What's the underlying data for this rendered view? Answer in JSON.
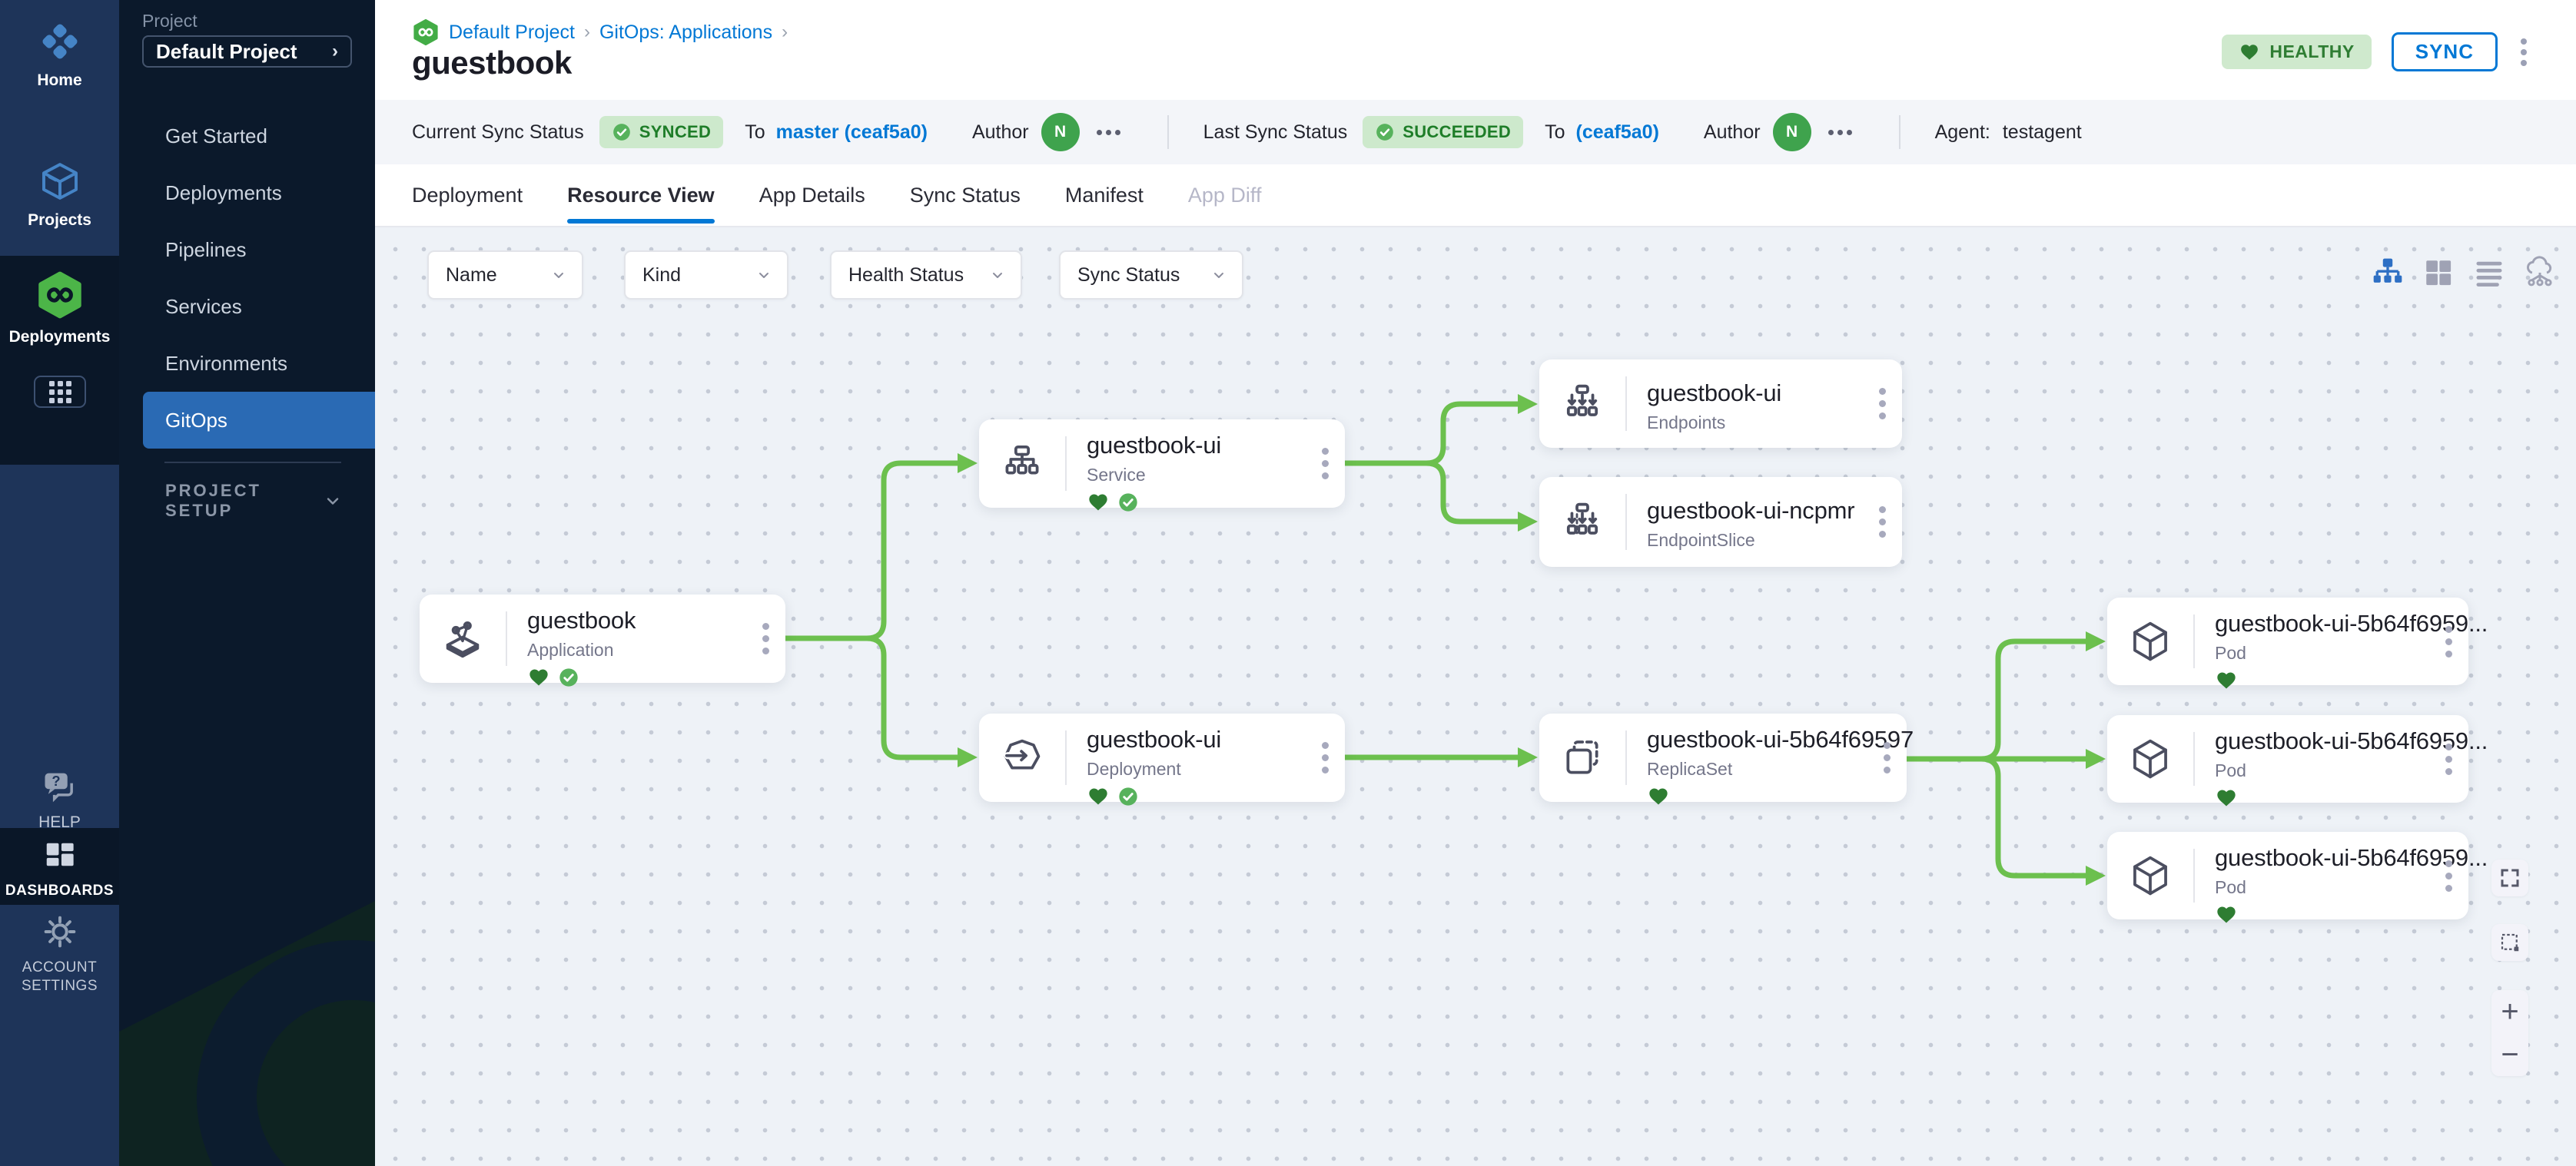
{
  "nav": {
    "home": "Home",
    "projects": "Projects",
    "deployments": "Deployments",
    "help": "HELP",
    "dashboards": "DASHBOARDS",
    "account_settings_1": "ACCOUNT",
    "account_settings_2": "SETTINGS"
  },
  "sidebar": {
    "section_label": "Project",
    "selector_value": "Default Project",
    "selector_chevron": "›",
    "items": [
      "Get Started",
      "Deployments",
      "Pipelines",
      "Services",
      "Environments",
      "GitOps"
    ],
    "active_item": "GitOps",
    "footer_label": "PROJECT SETUP"
  },
  "breadcrumb": {
    "items": [
      "Default Project",
      "GitOps: Applications"
    ],
    "separator": "›"
  },
  "page": {
    "title": "guestbook"
  },
  "header": {
    "health_badge": "HEALTHY",
    "sync_button": "SYNC"
  },
  "status": {
    "current_label": "Current Sync Status",
    "current_value": "SYNCED",
    "current_to_label": "To",
    "current_to_value": "master (ceaf5a0)",
    "author_label": "Author",
    "author_initial": "N",
    "last_label": "Last Sync Status",
    "last_value": "SUCCEEDED",
    "last_to_label": "To",
    "last_to_value": "(ceaf5a0)",
    "agent_label": "Agent:",
    "agent_value": "testagent"
  },
  "tabs": {
    "items": [
      "Deployment",
      "Resource View",
      "App Details",
      "Sync Status",
      "Manifest",
      "App Diff"
    ],
    "active": "Resource View",
    "disabled": "App Diff"
  },
  "filters": {
    "items": [
      "Name",
      "Kind",
      "Health Status",
      "Sync Status"
    ]
  },
  "canvas_toolbar": {
    "active_view": "tree"
  },
  "nodes": [
    {
      "name": "guestbook",
      "kind": "Application",
      "healthy": true,
      "synced": true
    },
    {
      "name": "guestbook-ui",
      "kind": "Service",
      "healthy": true,
      "synced": true
    },
    {
      "name": "guestbook-ui",
      "kind": "Endpoints",
      "healthy": false,
      "synced": false
    },
    {
      "name": "guestbook-ui-ncpmr",
      "kind": "EndpointSlice",
      "healthy": false,
      "synced": false
    },
    {
      "name": "guestbook-ui",
      "kind": "Deployment",
      "healthy": true,
      "synced": true
    },
    {
      "name": "guestbook-ui-5b64f69597",
      "kind": "ReplicaSet",
      "healthy": true,
      "synced": false
    },
    {
      "name": "guestbook-ui-5b64f6959...",
      "kind": "Pod",
      "healthy": true,
      "synced": false
    },
    {
      "name": "guestbook-ui-5b64f6959...",
      "kind": "Pod",
      "healthy": true,
      "synced": false
    },
    {
      "name": "guestbook-ui-5b64f6959...",
      "kind": "Pod",
      "healthy": true,
      "synced": false
    }
  ],
  "controls": {
    "zoom_in": "+",
    "zoom_out": "−"
  },
  "colors": {
    "accent_blue": "#0278d5",
    "nav_light": "#1e3459",
    "nav_dark": "#0a1728",
    "sidebar_bg": "#0b192b",
    "sidebar_active": "#2a6ab4",
    "edge_green": "#6cc04e",
    "health_heart_green": "#2e7d32",
    "sync_check_green": "#57b25c",
    "badge_bg_green": "#cfe9cd",
    "badge_text_green": "#2f7d33",
    "avatar_green": "#3fa34d",
    "canvas_bg": "#eef2f7",
    "statusbar_bg": "#f3f5f9"
  }
}
